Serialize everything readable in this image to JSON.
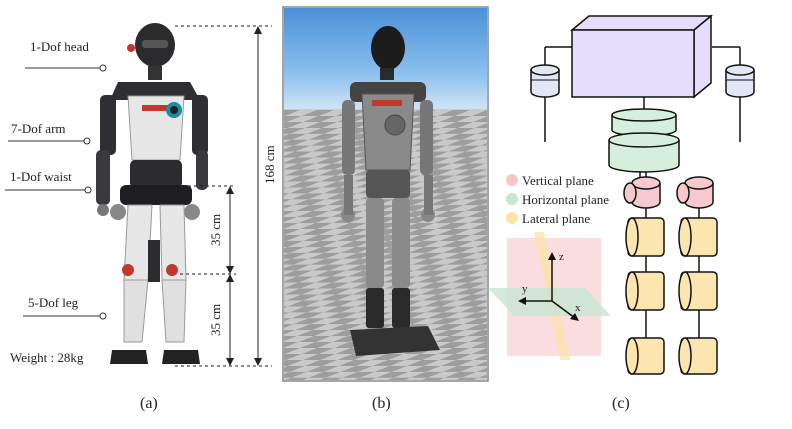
{
  "panel_a": {
    "callouts": {
      "head": "1-Dof head",
      "arm": "7-Dof arm",
      "waist": "1-Dof waist",
      "leg": "5-Dof leg"
    },
    "weight": "Weight : 28kg",
    "dimensions": {
      "total": "168 cm",
      "upper": "35 cm",
      "lower": "35 cm"
    },
    "caption": "(a)"
  },
  "panel_b": {
    "caption": "(b)"
  },
  "panel_c": {
    "legend": [
      "Vertical plane",
      "Horizontal plane",
      "Lateral plane"
    ],
    "axes": {
      "x": "x",
      "y": "y",
      "z": "z"
    },
    "caption": "(c)"
  },
  "colors": {
    "vertical_plane": "#f7c6c8",
    "horizontal_plane": "#c8e6cf",
    "lateral_plane": "#fbe3a8",
    "torso": "#e6ddfb",
    "shoulder_joint": "#e3e6f5",
    "waist_joint": "#d6efdc",
    "hip_joint": "#f6c9cf",
    "leg_joint": "#fbe6b0"
  }
}
